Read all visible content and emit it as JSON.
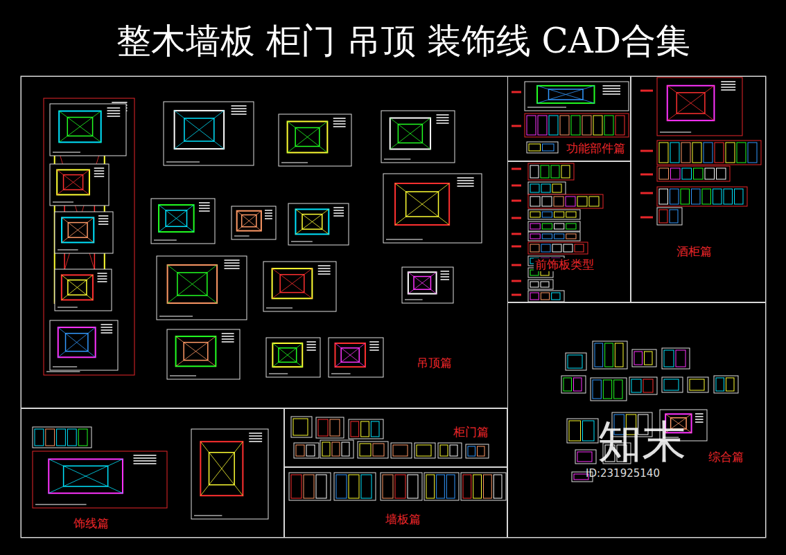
{
  "diagram": {
    "title": "整木墙板 柜门 吊顶 装饰线 CAD合集",
    "nodes": [
      {
        "text": [
          "吊顶篇"
        ]
      },
      {
        "text": [
          "功能部件篇"
        ]
      },
      {
        "text": [
          "酒柜篇"
        ]
      },
      {
        "text": [
          "前饰板类型"
        ]
      },
      {
        "text": [
          "饰线篇"
        ]
      },
      {
        "text": [
          "柜门篇"
        ]
      },
      {
        "text": [
          "墙板篇"
        ]
      },
      {
        "text": [
          "综合篇"
        ]
      }
    ],
    "labels": [
      "知末",
      "ID:231925140"
    ]
  }
}
